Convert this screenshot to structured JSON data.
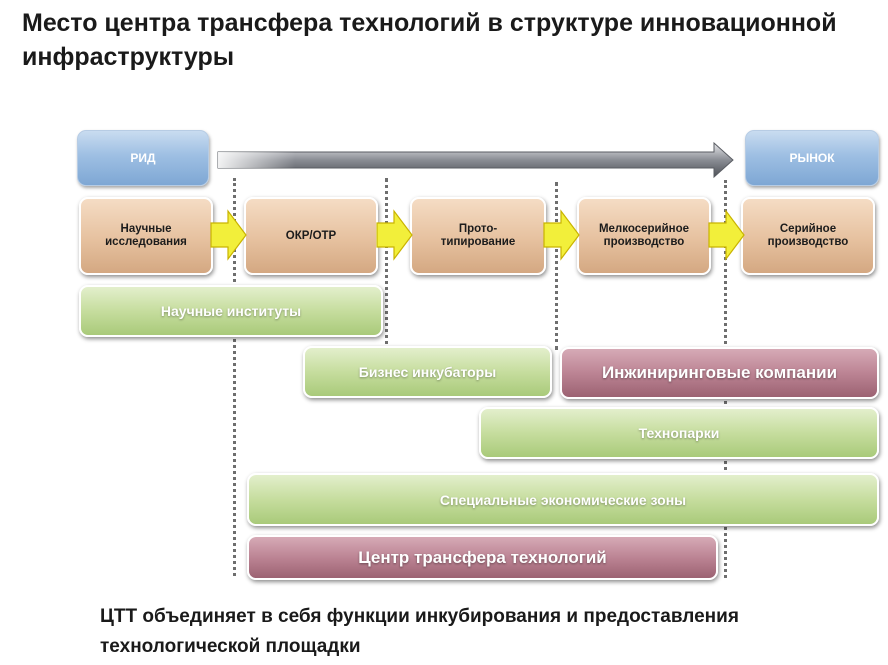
{
  "title": "Место центра трансфера технологий в  структуре инновационной инфраструктуры",
  "top_row": {
    "left": "РИД",
    "right": "РЫНОК"
  },
  "stages": [
    "Научные исследования",
    "ОКР/ОТР",
    "Прото-типирование",
    "Мелкосерийное производство",
    "Серийное производство"
  ],
  "institutions": {
    "research_institutes": "Научные институты",
    "business_incubators": "Бизнес инкубаторы",
    "engineering_companies": "Инжиниринговые компании",
    "technoparks": "Технопарки",
    "special_economic_zones": "Специальные экономические зоны",
    "ttc": "Центр трансфера технологий"
  },
  "footer": "ЦТТ объединяет в себя функции инкубирования и предоставления технологической площадки",
  "colors": {
    "blue": "#8fb4dc",
    "tan": "#e6c19f",
    "green": "#c6dd9e",
    "mauve": "#b07888",
    "chevron": "#f2ef3a",
    "arrow": "#6b6e76"
  }
}
